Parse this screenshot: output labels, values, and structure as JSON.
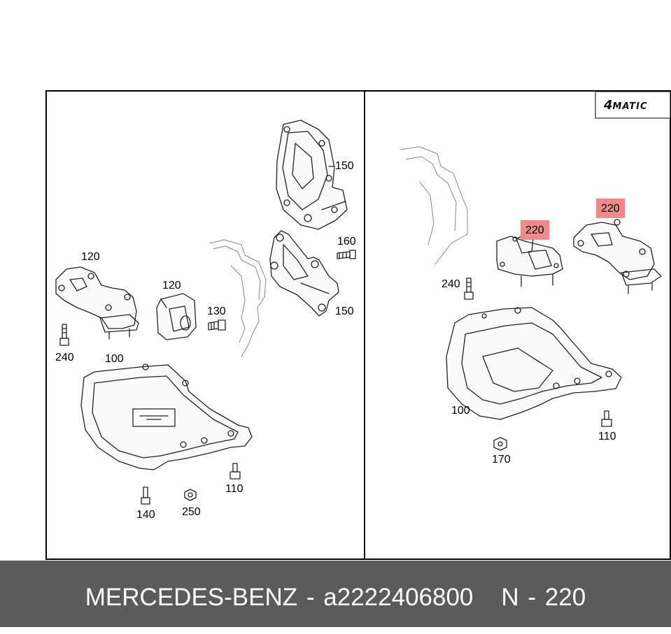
{
  "footer": {
    "brand": "MERCEDES-BENZ",
    "separator": "-",
    "part_number": "a2222406800",
    "ref_prefix": "N -",
    "ref_number": "220"
  },
  "badge": {
    "prefix": "4",
    "suffix": "MATIC"
  },
  "left_panel": {
    "labels": {
      "l150a": "150",
      "l160": "160",
      "l150b": "150",
      "l120a": "120",
      "l120b": "120",
      "l130": "130",
      "l240": "240",
      "l100": "100",
      "l110": "110",
      "l140": "140",
      "l250": "250"
    }
  },
  "right_panel": {
    "labels": {
      "r220a": "220",
      "r220b": "220",
      "r240": "240",
      "r100": "100",
      "r110": "110",
      "r170": "170"
    },
    "highlight_color": "#f08a8a"
  }
}
